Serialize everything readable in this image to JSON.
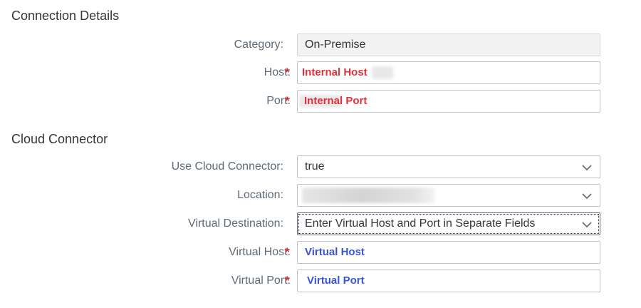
{
  "connection_details": {
    "title": "Connection Details",
    "category": {
      "label": "Category:",
      "value": "On-Premise"
    },
    "host": {
      "label": "Host:",
      "value": "Internal Host"
    },
    "port": {
      "label": "Port:",
      "value": "Internal Port"
    }
  },
  "cloud_connector": {
    "title": "Cloud Connector",
    "use_cloud_connector": {
      "label": "Use Cloud Connector:",
      "value": "true"
    },
    "location": {
      "label": "Location:",
      "value": ""
    },
    "virtual_destination": {
      "label": "Virtual Destination:",
      "value": "Enter Virtual Host and Port in Separate Fields"
    },
    "virtual_host": {
      "label": "Virtual Host:",
      "value": "Virtual Host"
    },
    "virtual_port": {
      "label": "Virtual Port:",
      "value": "Virtual Port"
    }
  },
  "required_marker": "*",
  "colors": {
    "required": "#d62b2b",
    "internal_text": "#e2303a",
    "virtual_text": "#3954d6",
    "border": "#bfc3c7"
  },
  "icons": {
    "dropdown": "chevron-down-icon"
  }
}
